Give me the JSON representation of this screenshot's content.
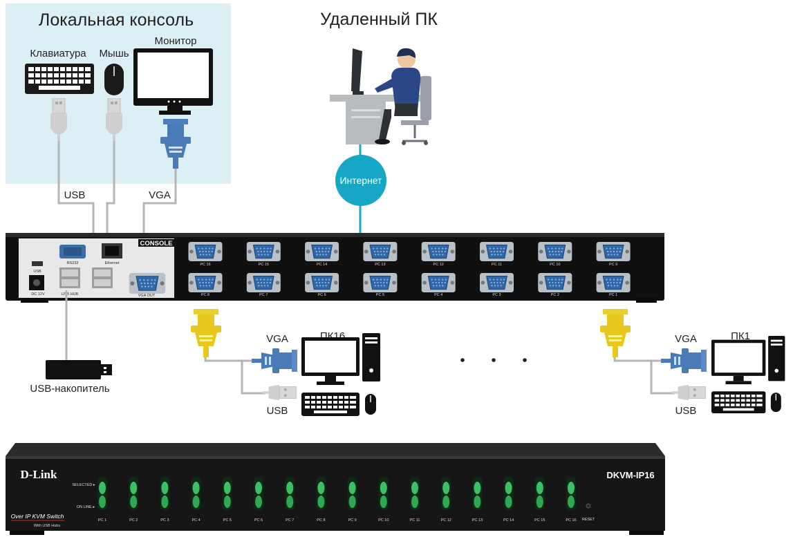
{
  "local_console": {
    "title": "Локальная консоль",
    "keyboard": "Клавиатура",
    "mouse": "Мышь",
    "monitor": "Монитор"
  },
  "remote": {
    "title": "Удаленный ПК",
    "internet": "Интернет"
  },
  "cables": {
    "usb": "USB",
    "vga": "VGA"
  },
  "rear_panel": {
    "console": "CONSOLE",
    "rs232": "RS232",
    "ethernet": "Ethernet",
    "usb": "USB",
    "dc": "DC 12V",
    "usb_hub": "USB HUB",
    "vga_out": "VGA OUT",
    "top_ports": [
      "PC 16",
      "PC 15",
      "PC 14",
      "PC 13",
      "PC 12",
      "PC 11",
      "PC 10",
      "PC 9"
    ],
    "bottom_ports": [
      "PC 8",
      "PC 7",
      "PC 6",
      "PC 5",
      "PC 4",
      "PC 3",
      "PC 2",
      "PC 1"
    ]
  },
  "usb_drive": "USB-накопитель",
  "pc16": {
    "name": "ПК16",
    "vga": "VGA",
    "usb": "USB"
  },
  "pc1": {
    "name": "ПК1",
    "vga": "VGA",
    "usb": "USB"
  },
  "front_panel": {
    "brand": "D-Link",
    "model": "DKVM-IP16",
    "subtitle": "Over IP KVM Switch",
    "subtitle2": "With USB Hubs",
    "selected": "SELECTED ▸",
    "online": "ON LINE ▸",
    "reset": "RESET",
    "channels": [
      "PC 1",
      "PC 2",
      "PC 3",
      "PC 4",
      "PC 5",
      "PC 6",
      "PC 7",
      "PC 8",
      "PC 9",
      "PC 10",
      "PC 11",
      "PC 12",
      "PC 13",
      "PC 14",
      "PC 15",
      "PC 16"
    ]
  }
}
